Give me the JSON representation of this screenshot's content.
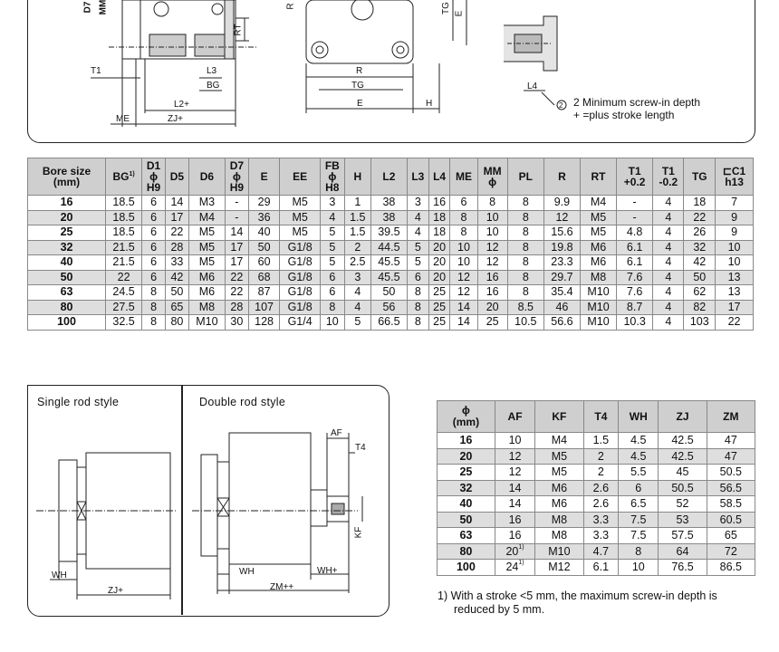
{
  "top_drawing": {
    "labels": {
      "d7_mm": "D7",
      "mm": "MM",
      "rt": "RT",
      "t1": "T1",
      "l3": "L3",
      "bg": "BG",
      "l2": "L2+",
      "me": "ME",
      "zj": "ZJ+",
      "r_side": "R",
      "tg_side": "TG",
      "e_side": "E",
      "r_bottom": "R",
      "tg_bottom": "TG",
      "e_bottom": "E",
      "h": "H",
      "l4": "L4"
    },
    "note_marker": "2",
    "note_line1": "2 Minimum screw-in depth",
    "note_line2": "+ =plus stroke length"
  },
  "main_table": {
    "headers": [
      "Bore size (mm)",
      "BG",
      "D1 ϕ H9",
      "D5",
      "D6",
      "D7 ϕ H9",
      "E",
      "EE",
      "FB ϕ H8",
      "H",
      "L2",
      "L3",
      "L4",
      "ME",
      "MM ϕ",
      "PL",
      "R",
      "RT",
      "T1 +0.2",
      "T1 -0.2",
      "TG",
      "C1 h13"
    ],
    "header_lines": [
      [
        "Bore size",
        "(mm)"
      ],
      [
        "BG"
      ],
      [
        "D1",
        "ϕ",
        "H9"
      ],
      [
        "D5"
      ],
      [
        "D6"
      ],
      [
        "D7",
        "ϕ",
        "H9"
      ],
      [
        "E"
      ],
      [
        "EE"
      ],
      [
        "FB",
        "ϕ",
        "H8"
      ],
      [
        "H"
      ],
      [
        "L2"
      ],
      [
        "L3"
      ],
      [
        "L4"
      ],
      [
        "ME"
      ],
      [
        "MM",
        "ϕ"
      ],
      [
        "PL"
      ],
      [
        "R"
      ],
      [
        "RT"
      ],
      [
        "T1",
        "+0.2"
      ],
      [
        "T1",
        "-0.2"
      ],
      [
        "TG"
      ],
      [
        "⊏C1",
        "h13"
      ]
    ],
    "bg_sup": "1)",
    "rows": [
      [
        "16",
        "18.5",
        "6",
        "14",
        "M3",
        "-",
        "29",
        "M5",
        "3",
        "1",
        "38",
        "3",
        "16",
        "6",
        "8",
        "8",
        "9.9",
        "M4",
        "-",
        "4",
        "18",
        "7"
      ],
      [
        "20",
        "18.5",
        "6",
        "17",
        "M4",
        "-",
        "36",
        "M5",
        "4",
        "1.5",
        "38",
        "4",
        "18",
        "8",
        "10",
        "8",
        "12",
        "M5",
        "-",
        "4",
        "22",
        "9"
      ],
      [
        "25",
        "18.5",
        "6",
        "22",
        "M5",
        "14",
        "40",
        "M5",
        "5",
        "1.5",
        "39.5",
        "4",
        "18",
        "8",
        "10",
        "8",
        "15.6",
        "M5",
        "4.8",
        "4",
        "26",
        "9"
      ],
      [
        "32",
        "21.5",
        "6",
        "28",
        "M5",
        "17",
        "50",
        "G1/8",
        "5",
        "2",
        "44.5",
        "5",
        "20",
        "10",
        "12",
        "8",
        "19.8",
        "M6",
        "6.1",
        "4",
        "32",
        "10"
      ],
      [
        "40",
        "21.5",
        "6",
        "33",
        "M5",
        "17",
        "60",
        "G1/8",
        "5",
        "2.5",
        "45.5",
        "5",
        "20",
        "10",
        "12",
        "8",
        "23.3",
        "M6",
        "6.1",
        "4",
        "42",
        "10"
      ],
      [
        "50",
        "22",
        "6",
        "42",
        "M6",
        "22",
        "68",
        "G1/8",
        "6",
        "3",
        "45.5",
        "6",
        "20",
        "12",
        "16",
        "8",
        "29.7",
        "M8",
        "7.6",
        "4",
        "50",
        "13"
      ],
      [
        "63",
        "24.5",
        "8",
        "50",
        "M6",
        "22",
        "87",
        "G1/8",
        "6",
        "4",
        "50",
        "8",
        "25",
        "12",
        "16",
        "8",
        "35.4",
        "M10",
        "7.6",
        "4",
        "62",
        "13"
      ],
      [
        "80",
        "27.5",
        "8",
        "65",
        "M8",
        "28",
        "107",
        "G1/8",
        "8",
        "4",
        "56",
        "8",
        "25",
        "14",
        "20",
        "8.5",
        "46",
        "M10",
        "8.7",
        "4",
        "82",
        "17"
      ],
      [
        "100",
        "32.5",
        "8",
        "80",
        "M10",
        "30",
        "128",
        "G1/4",
        "10",
        "5",
        "66.5",
        "8",
        "25",
        "14",
        "25",
        "10.5",
        "56.6",
        "M10",
        "10.3",
        "4",
        "103",
        "22"
      ]
    ]
  },
  "bottom_drawing": {
    "single_title": "Single rod style",
    "double_title": "Double rod style",
    "labels": {
      "wh_single": "WH",
      "zj_single": "ZJ+",
      "wh_double": "WH",
      "whplus": "WH+",
      "zm": "ZM++",
      "af": "AF",
      "t4": "T4",
      "kf": "KF"
    }
  },
  "small_table": {
    "header_lines": [
      [
        "ϕ",
        "(mm)"
      ],
      [
        "AF"
      ],
      [
        "KF"
      ],
      [
        "T4"
      ],
      [
        "WH"
      ],
      [
        "ZJ"
      ],
      [
        "ZM"
      ]
    ],
    "rows": [
      [
        "16",
        "10",
        "M4",
        "1.5",
        "4.5",
        "42.5",
        "47"
      ],
      [
        "20",
        "12",
        "M5",
        "2",
        "4.5",
        "42.5",
        "47"
      ],
      [
        "25",
        "12",
        "M5",
        "2",
        "5.5",
        "45",
        "50.5"
      ],
      [
        "32",
        "14",
        "M6",
        "2.6",
        "6",
        "50.5",
        "56.5"
      ],
      [
        "40",
        "14",
        "M6",
        "2.6",
        "6.5",
        "52",
        "58.5"
      ],
      [
        "50",
        "16",
        "M8",
        "3.3",
        "7.5",
        "53",
        "60.5"
      ],
      [
        "63",
        "16",
        "M8",
        "3.3",
        "7.5",
        "57.5",
        "65"
      ],
      [
        "80",
        "20",
        "M10",
        "4.7",
        "8",
        "64",
        "72"
      ],
      [
        "100",
        "24",
        "M12",
        "6.1",
        "10",
        "76.5",
        "86.5"
      ]
    ],
    "af_sup": "1)"
  },
  "footnote": {
    "line1": "1) With a stroke <5 mm, the maximum screw-in depth is",
    "line2": "reduced by 5 mm."
  }
}
